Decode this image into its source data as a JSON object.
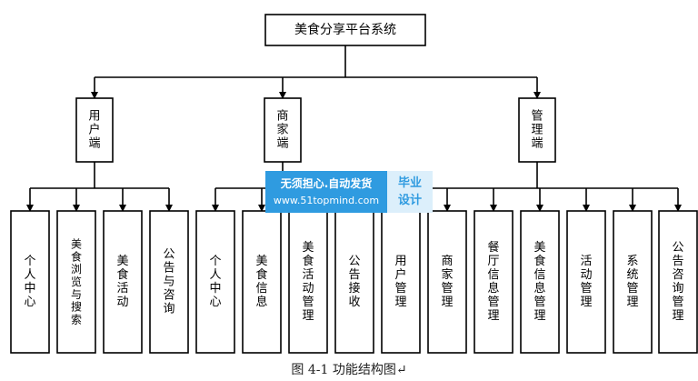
{
  "root": "美食分享平台系统",
  "branches": [
    {
      "label": "用户端",
      "children": [
        "个人中心",
        "美食浏览与搜索",
        "美食活动",
        "公告与咨询"
      ]
    },
    {
      "label": "商家端",
      "children": [
        "个人中心",
        "美食信息",
        "美食活动管理",
        "公告接收"
      ]
    },
    {
      "label": "管理端",
      "children": [
        "用户管理",
        "商家管理",
        "餐厅信息管理",
        "美食信息管理",
        "活动管理",
        "系统管理",
        "公告咨询管理"
      ]
    }
  ],
  "watermark": {
    "line1": "无须担心.自动发货",
    "line2": "www.51topmind.com",
    "badge_top": "毕业",
    "badge_bottom": "设计"
  },
  "caption": "图 4-1  功能结构图↵"
}
